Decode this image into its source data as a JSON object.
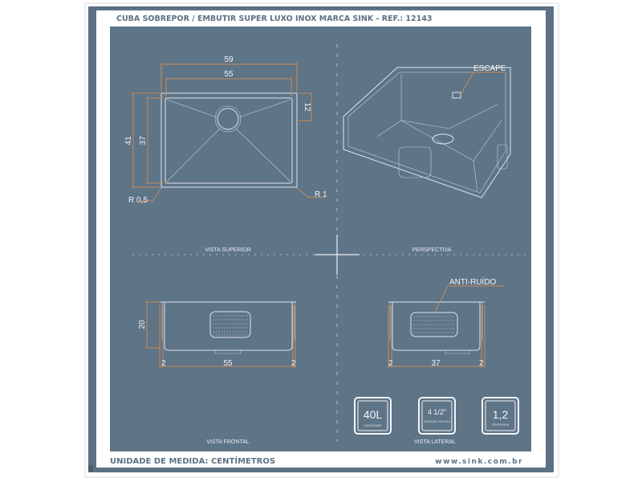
{
  "header": {
    "title": "CUBA SOBREPOR / EMBUTIR  SUPER LUXO INOX  MARCA SINK - REF.: 12143"
  },
  "footer": {
    "unit": "UNIDADE DE MEDIDA: CENTÍMETROS",
    "website": "www.sink.com.br"
  },
  "top_view": {
    "label": "VISTA SUPERIOR",
    "dims": {
      "outer_width": "59",
      "inner_width": "55",
      "outer_depth": "41",
      "inner_depth": "37",
      "drain_offset": "12",
      "radius_inner": "R 0,5",
      "radius_outer": "R 1"
    }
  },
  "perspective": {
    "label": "PERSPECTIVA",
    "callout": "ESCAPE"
  },
  "front_view": {
    "label": "VISTA FRONTAL",
    "dims": {
      "height": "20",
      "left": "2",
      "width": "55",
      "right": "2"
    }
  },
  "side_view": {
    "label": "VISTA LATERAL",
    "callout": "ANTI-RUÍDO",
    "dims": {
      "left": "2",
      "width": "37",
      "right": "2"
    }
  },
  "specs": [
    {
      "value": "40L",
      "caption": "CAPACIDADE"
    },
    {
      "value": "4 1/2\"",
      "caption": "FURAÇÃO VÁLVULA"
    },
    {
      "value": "1,2",
      "caption": "ESPESSURA"
    }
  ],
  "colors": {
    "panel": "#5e7487",
    "frame": "#5d7184",
    "dimension": "#c98a55",
    "line": "#dde5ec"
  }
}
